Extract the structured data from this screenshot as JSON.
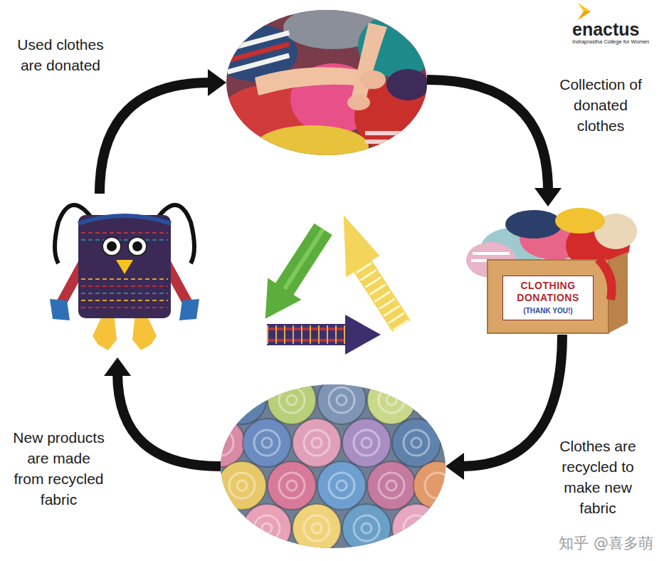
{
  "diagram": {
    "nodes": [
      {
        "text": []
      },
      {
        "text": [
          "CLOTHING DONATIONS",
          "(THANK YOU!)"
        ]
      },
      {
        "text": []
      },
      {
        "text": []
      }
    ],
    "edges": [
      {
        "from": 3,
        "to": 0,
        "arrow": "to",
        "label": "Used clothes are donated"
      },
      {
        "from": 0,
        "to": 1,
        "arrow": "to",
        "label": "Collection of donated clothes"
      },
      {
        "from": 1,
        "to": 2,
        "arrow": "to",
        "label": "Clothes are recycled to make new fabric"
      },
      {
        "from": 2,
        "to": 3,
        "arrow": "to",
        "label": "New products are made from recycled fabric"
      }
    ],
    "labels": [
      "enactus",
      "Indraprastha College for Women",
      "知乎 @喜多萌"
    ]
  }
}
